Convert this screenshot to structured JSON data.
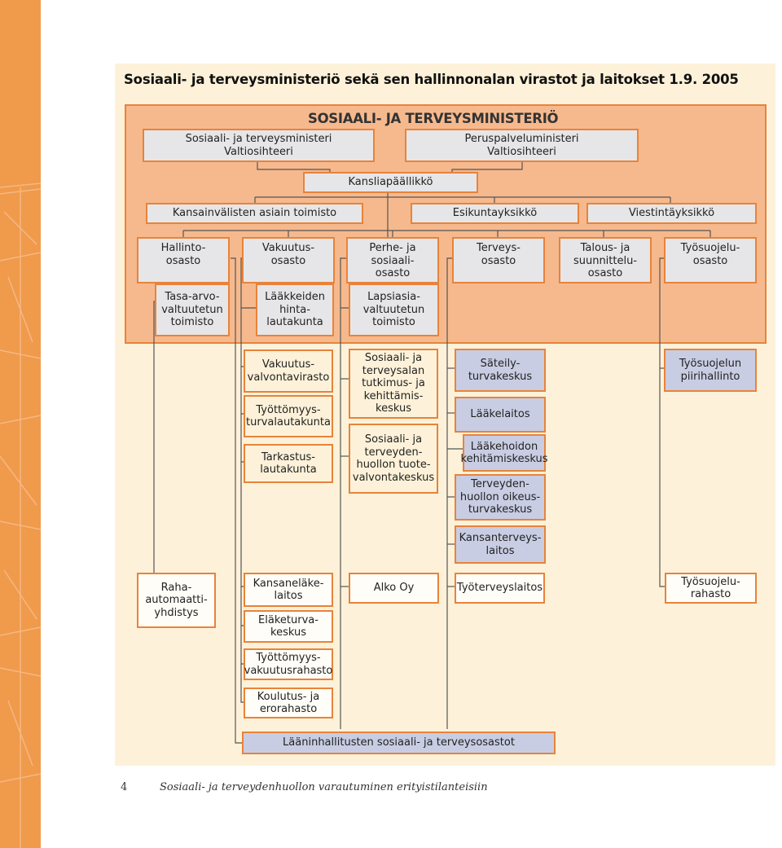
{
  "title": "Sosiaali- ja terveysministeriö sekä sen hallinnonalan virastot ja laitokset 1.9. 2005",
  "ministry": {
    "heading": "SOSIAALI- JA TERVEYSMINISTERIÖ",
    "minister_left": "Sosiaali- ja terveysministeri\nValtiosihteeri",
    "minister_right": "Peruspalveluministeri\nValtiosihteeri",
    "chancellor": "Kansliapäällikkö",
    "units": {
      "international": "Kansainvälisten asiain toimisto",
      "preparedness": "Esikuntayksikkö",
      "communications": "Viestintäyksikkö"
    },
    "departments": {
      "admin": "Hallinto-\nosasto",
      "insurance": "Vakuutus-\nosasto",
      "family": "Perhe- ja sosiaali-\nosasto",
      "health": "Terveys-\nosasto",
      "finance": "Talous- ja\nsuunnittelu-\nosasto",
      "safety": "Työsuojelu-\nosasto"
    },
    "sub": {
      "equality": "Tasa-arvo-\nvaltuutetun\ntoimisto",
      "pricing": "Lääkkeiden\nhinta-\nlautakunta",
      "ombudsman": "Lapsiasia-\nvaltuutetun\ntoimisto"
    }
  },
  "agencies": {
    "insurance_supervision": "Vakuutus-\nvalvontavirasto",
    "unemployment_board": "Työttömyys-\nturvalautakunta",
    "audit_board": "Tarkastus-\nlautakunta",
    "stakes": "Sosiaali- ja\nterveysalan\ntutkimus- ja\nkehittämis-\nkeskus",
    "sttv": "Sosiaali- ja\nterveyden-\nhuollon tuote-\nvalvontakeskus",
    "stuk": "Säteily-\nturvakeskus",
    "medicines": "Lääkelaitos",
    "finohta": "Lääkehoidon\nkehitämiskeskus",
    "teo": "Terveyden-\nhuollon oikeus-\nturvakeskus",
    "ktl": "Kansanterveys-\nlaitos",
    "district": "Työsuojelun\npiirihallinto"
  },
  "other": {
    "ray": "Raha-\nautomaatti-\nyhdistys",
    "kela": "Kansaneläke-\nlaitos",
    "etk": "Eläketurva-\nkeskus",
    "fund": "Työttömyys-\nvakuutusrahasto",
    "training": "Koulutus- ja\nerorahasto",
    "alko": "Alko Oy",
    "ttl": "Työterveyslaitos",
    "tsr": "Työsuojelu-\nrahasto",
    "provincial": "Lääninhallitusten sosiaali- ja terveysosastot"
  },
  "footer": {
    "page": "4",
    "text": "Sosiaali- ja terveydenhuollon varautuminen erityistilanteisiin"
  },
  "colors": {
    "orange_border": "#e8833a",
    "ministry_fill": "#f6b98d",
    "panel": "#fdf2d9",
    "grey_box": "#e6e6e8",
    "blue_box": "#c9cde3",
    "stripe": "#f09a4c"
  }
}
